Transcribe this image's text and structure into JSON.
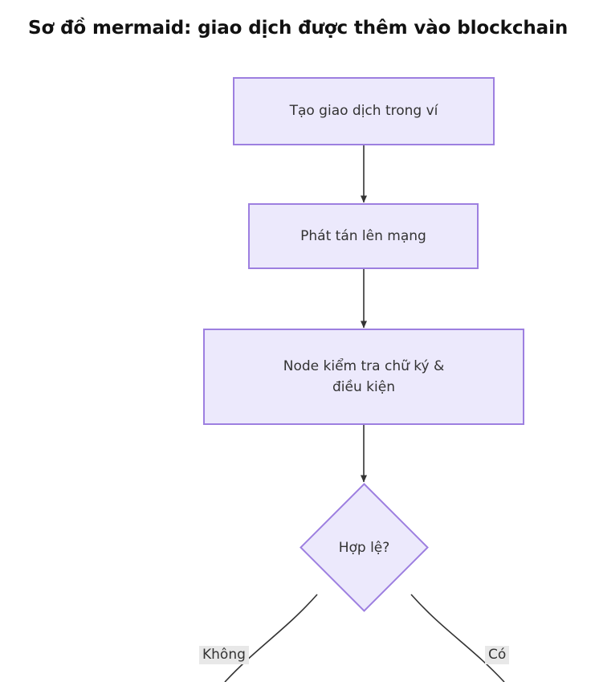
{
  "title": "Sơ đồ mermaid: giao dịch được thêm vào blockchain",
  "theme": {
    "node_fill": "#ece9fc",
    "node_stroke": "#9d7fe0",
    "edge_stroke": "#333333",
    "text_color": "#333333",
    "label_background": "#e8e8e8",
    "page_background": "#ffffff"
  },
  "diagram": {
    "type": "flowchart",
    "direction": "top-down",
    "nodes": [
      {
        "id": "create-tx",
        "shape": "rectangle",
        "label": "Tạo giao dịch trong ví"
      },
      {
        "id": "broadcast",
        "shape": "rectangle",
        "label": "Phát tán lên mạng"
      },
      {
        "id": "verify",
        "shape": "rectangle",
        "label": "Node kiểm tra chữ ký &\nđiều kiện"
      },
      {
        "id": "valid",
        "shape": "diamond",
        "label": "Hợp lệ?"
      }
    ],
    "edges": [
      {
        "from": "create-tx",
        "to": "broadcast",
        "label": ""
      },
      {
        "from": "broadcast",
        "to": "verify",
        "label": ""
      },
      {
        "from": "verify",
        "to": "valid",
        "label": ""
      },
      {
        "from": "valid",
        "to": "",
        "label": "Không"
      },
      {
        "from": "valid",
        "to": "",
        "label": "Có"
      }
    ]
  }
}
